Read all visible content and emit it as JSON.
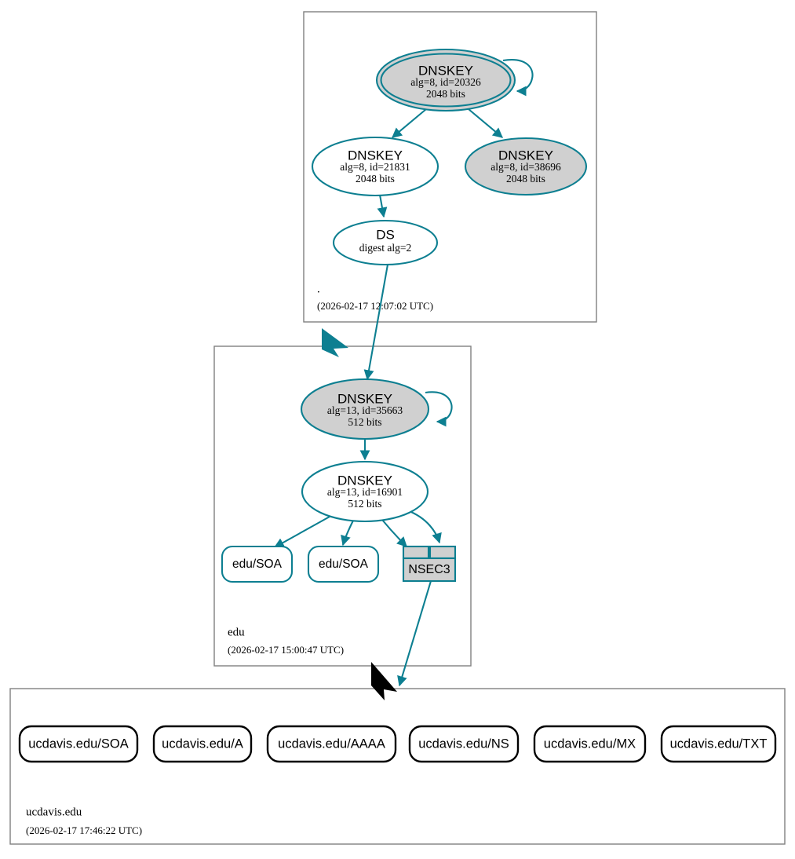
{
  "diagram": {
    "type": "dnssec-authentication-chain",
    "colors": {
      "secure": "#0d7f91",
      "insecure": "#000000",
      "key_fill": "#d0d0d0",
      "zone_border": "#808080"
    }
  },
  "zones": [
    {
      "id": "root",
      "name": ".",
      "timestamp": "(2026-02-17 12:07:02 UTC)"
    },
    {
      "id": "edu",
      "name": "edu",
      "timestamp": "(2026-02-17 15:00:47 UTC)"
    },
    {
      "id": "ucdavis",
      "name": "ucdavis.edu",
      "timestamp": "(2026-02-17 17:46:22 UTC)"
    }
  ],
  "nodes": {
    "root_ksk": {
      "line1": "DNSKEY",
      "line2": "alg=8, id=20326",
      "line3": "2048 bits",
      "role": "key-signing-key",
      "status": "secure-trust-anchor"
    },
    "root_zsk": {
      "line1": "DNSKEY",
      "line2": "alg=8, id=21831",
      "line3": "2048 bits",
      "role": "zone-signing-key",
      "status": "secure"
    },
    "root_extra_key": {
      "line1": "DNSKEY",
      "line2": "alg=8, id=38696",
      "line3": "2048 bits",
      "role": "key-signing-key",
      "status": "secure"
    },
    "root_ds": {
      "line1": "DS",
      "line2": "digest alg=2",
      "role": "delegation-signer",
      "status": "secure"
    },
    "edu_ksk": {
      "line1": "DNSKEY",
      "line2": "alg=13, id=35663",
      "line3": "512 bits",
      "role": "key-signing-key",
      "status": "secure"
    },
    "edu_zsk": {
      "line1": "DNSKEY",
      "line2": "alg=13, id=16901",
      "line3": "512 bits",
      "role": "zone-signing-key",
      "status": "secure"
    },
    "edu_soa_1": {
      "label": "edu/SOA"
    },
    "edu_soa_2": {
      "label": "edu/SOA"
    },
    "edu_nsec3": {
      "label": "NSEC3"
    }
  },
  "ucdavis_rrsets": [
    {
      "label": "ucdavis.edu/SOA"
    },
    {
      "label": "ucdavis.edu/A"
    },
    {
      "label": "ucdavis.edu/AAAA"
    },
    {
      "label": "ucdavis.edu/NS"
    },
    {
      "label": "ucdavis.edu/MX"
    },
    {
      "label": "ucdavis.edu/TXT"
    }
  ]
}
